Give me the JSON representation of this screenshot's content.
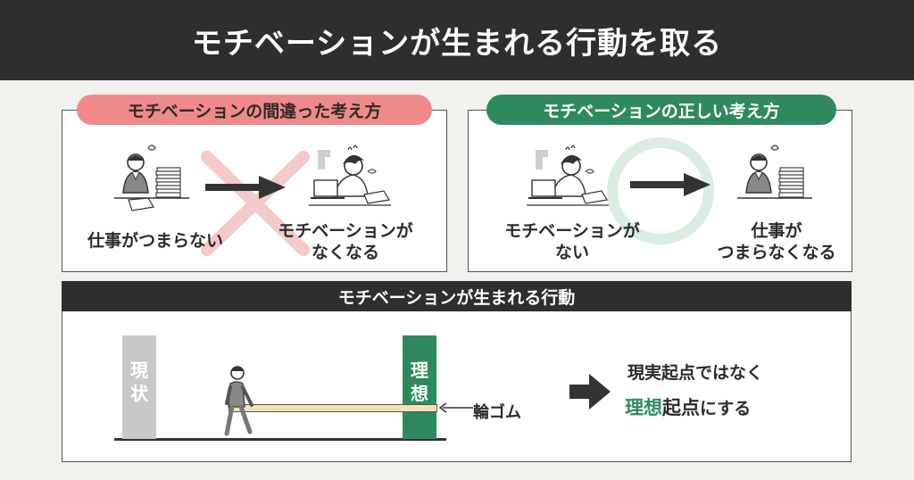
{
  "header": {
    "title": "モチベーションが生まれる行動を取る"
  },
  "wrong": {
    "label": "モチベーションの間違った考え方",
    "left_caption": "仕事がつまらない",
    "right_caption_1": "モチベーションが",
    "right_caption_2": "なくなる"
  },
  "right": {
    "label": "モチベーションの正しい考え方",
    "left_caption_1": "モチベーションが",
    "left_caption_2": "ない",
    "right_caption_1": "仕事が",
    "right_caption_2": "つまらなくなる"
  },
  "action": {
    "title": "モチベーションが生まれる行動",
    "current_1": "現",
    "current_2": "状",
    "ideal_1": "理",
    "ideal_2": "想",
    "rubber_band": "輪ゴム",
    "conclusion_line1": "現実起点ではなく",
    "conclusion_ideal": "理想",
    "conclusion_kiten": "起点",
    "conclusion_rest": "にする"
  },
  "colors": {
    "header_bg": "#2e2e2e",
    "wrong_pill": "#f08a8a",
    "right_pill": "#2e8a5e",
    "x_mark": "#f4c9c9",
    "circle_mark": "#d9ede3",
    "pillar_gray": "#c8c8c8",
    "pillar_green": "#2e8a5e",
    "rubber_band": "#f0e3b8"
  }
}
